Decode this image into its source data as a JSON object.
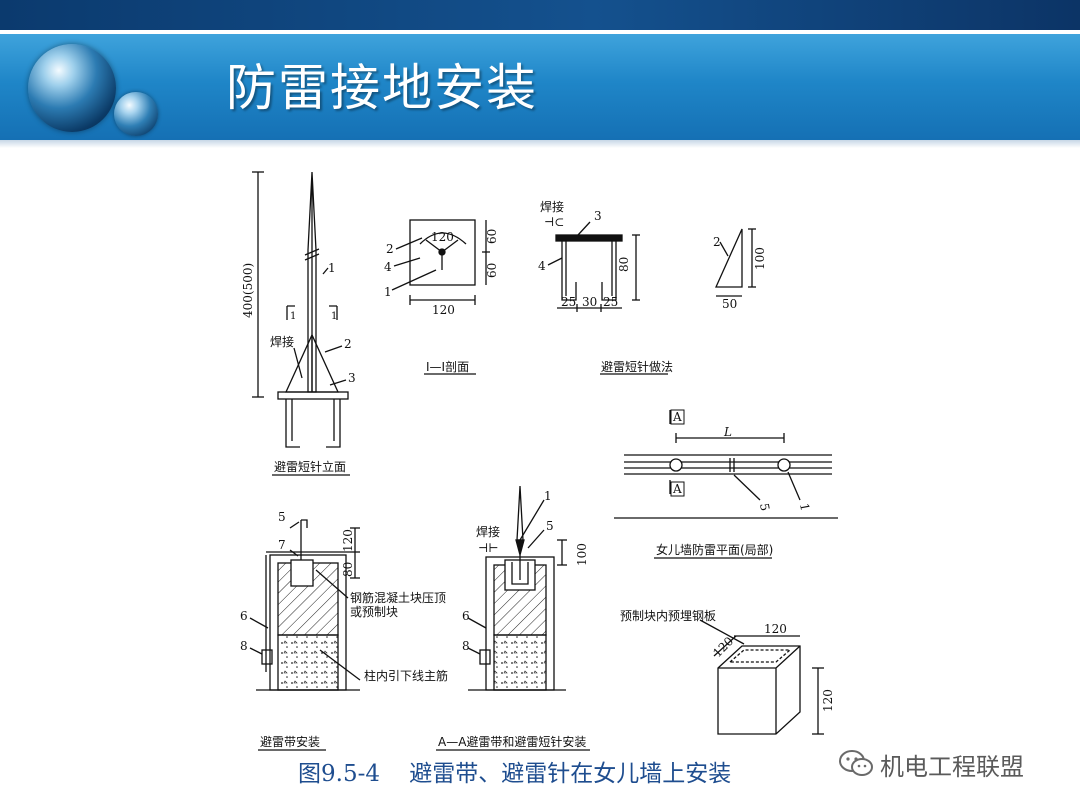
{
  "slide": {
    "title": "防雷接地安装",
    "caption": "图9.5-4    避雷带、避雷针在女儿墙上安装",
    "watermark": "机电工程联盟"
  },
  "drawing": {
    "elevation": {
      "height_dim": "400(500)",
      "label_1": "1",
      "label_2": "2",
      "label_3": "3",
      "weld": "焊接",
      "section_mark": "1",
      "caption": "避雷短针立面"
    },
    "section_1_1": {
      "d120_inner": "120",
      "d60_top": "60",
      "d60_bot": "60",
      "d120_bot": "120",
      "label_2": "2",
      "label_4": "4",
      "label_1": "1",
      "caption": "I—I剖面"
    },
    "channel": {
      "weld": "焊接",
      "label_3": "3",
      "label_4": "4",
      "d80": "80",
      "d25a": "25",
      "d30": "30",
      "d25b": "25"
    },
    "triangle": {
      "label_2": "2",
      "d100": "100",
      "d50": "50"
    },
    "method_caption": "避雷短针做法",
    "plan": {
      "mark_a_top": "A",
      "mark_a_bot": "A",
      "dim_l": "L",
      "label_5": "5",
      "label_1": "1",
      "caption": "女儿墙防雷平面(局部)"
    },
    "belt_install": {
      "label_5": "5",
      "label_7": "7",
      "label_6": "6",
      "label_8": "8",
      "d120": "120",
      "d80": "80",
      "note_concrete": "钢筋混凝土块压顶",
      "note_precast": "或预制块",
      "note_rebar": "柱内引下线主筋",
      "caption": "避雷带安装"
    },
    "section_a_a": {
      "label_1": "1",
      "label_5": "5",
      "label_6": "6",
      "label_8": "8",
      "weld": "焊接",
      "d100": "100",
      "caption": "A—A避雷带和避雷短针安装"
    },
    "block": {
      "note": "预制块内预埋钢板",
      "d120_top": "120",
      "d120_side": "120",
      "d120_h": "120"
    }
  },
  "colors": {
    "banner": "#1f86c8",
    "topbar": "#0b3a6e",
    "caption": "#1e4d8f"
  }
}
